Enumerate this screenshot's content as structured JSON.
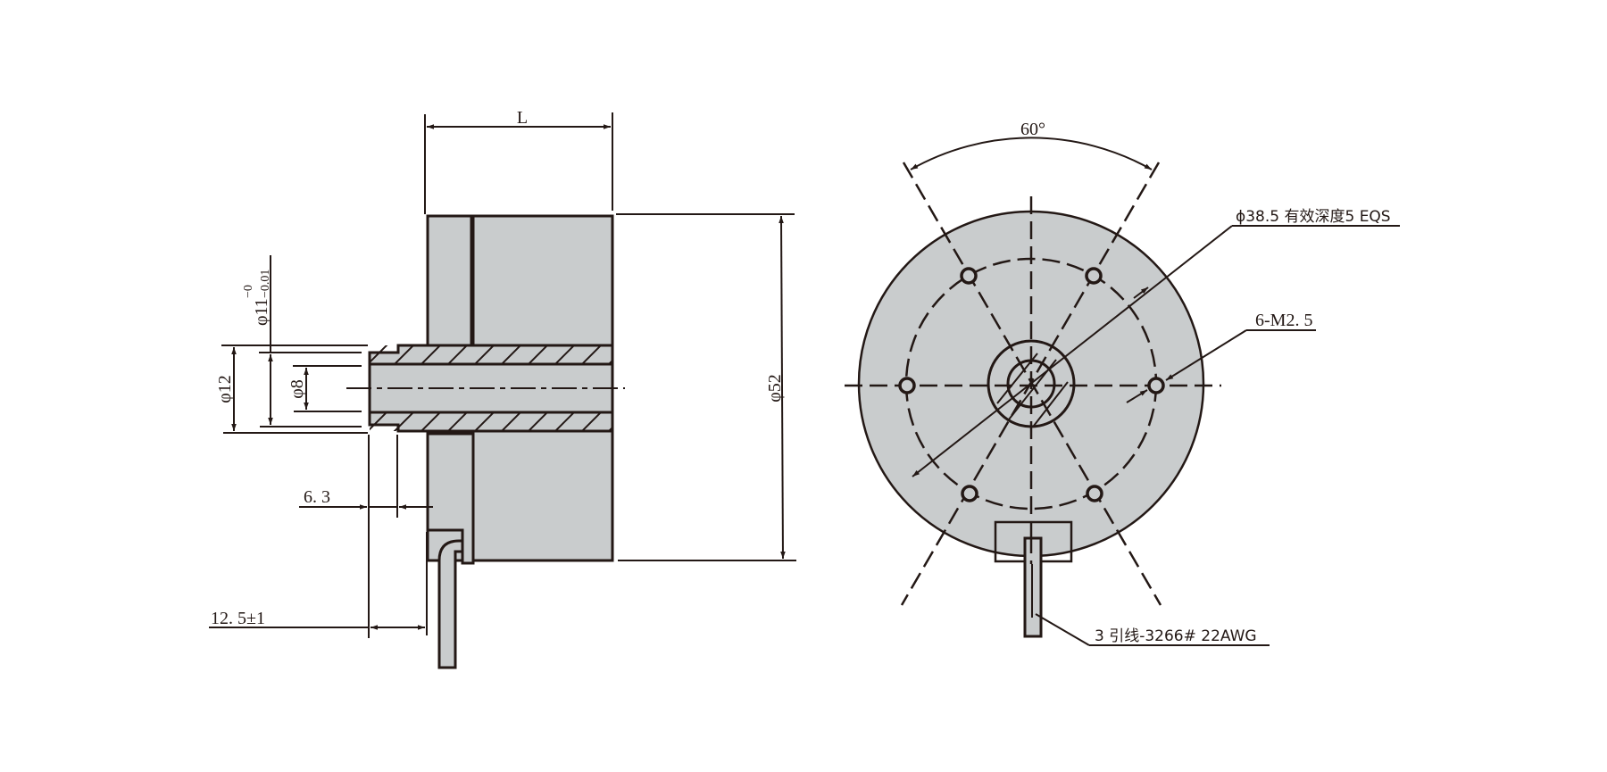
{
  "drawing": {
    "side_view": {
      "dim_length": "L",
      "dim_shaft_tol_base": "φ11",
      "dim_shaft_tol_upper": "−0",
      "dim_shaft_tol_lower": "−0.01",
      "dim_outer_shaft": "φ12",
      "dim_bore": "φ8",
      "dim_body_diameter": "φ52",
      "dim_flange_offset": "6. 3",
      "dim_lead_offset": "12. 5±1"
    },
    "front_view": {
      "dim_angle": "60°",
      "callout_bolt_circle": "ϕ38.5 有效深度5 EQS",
      "callout_holes": "6-M2. 5",
      "callout_leads": "3 引线-3266# 22AWG"
    },
    "colors": {
      "line": "#231815",
      "body_fill": "#c9cccd",
      "background": "#ffffff"
    }
  }
}
